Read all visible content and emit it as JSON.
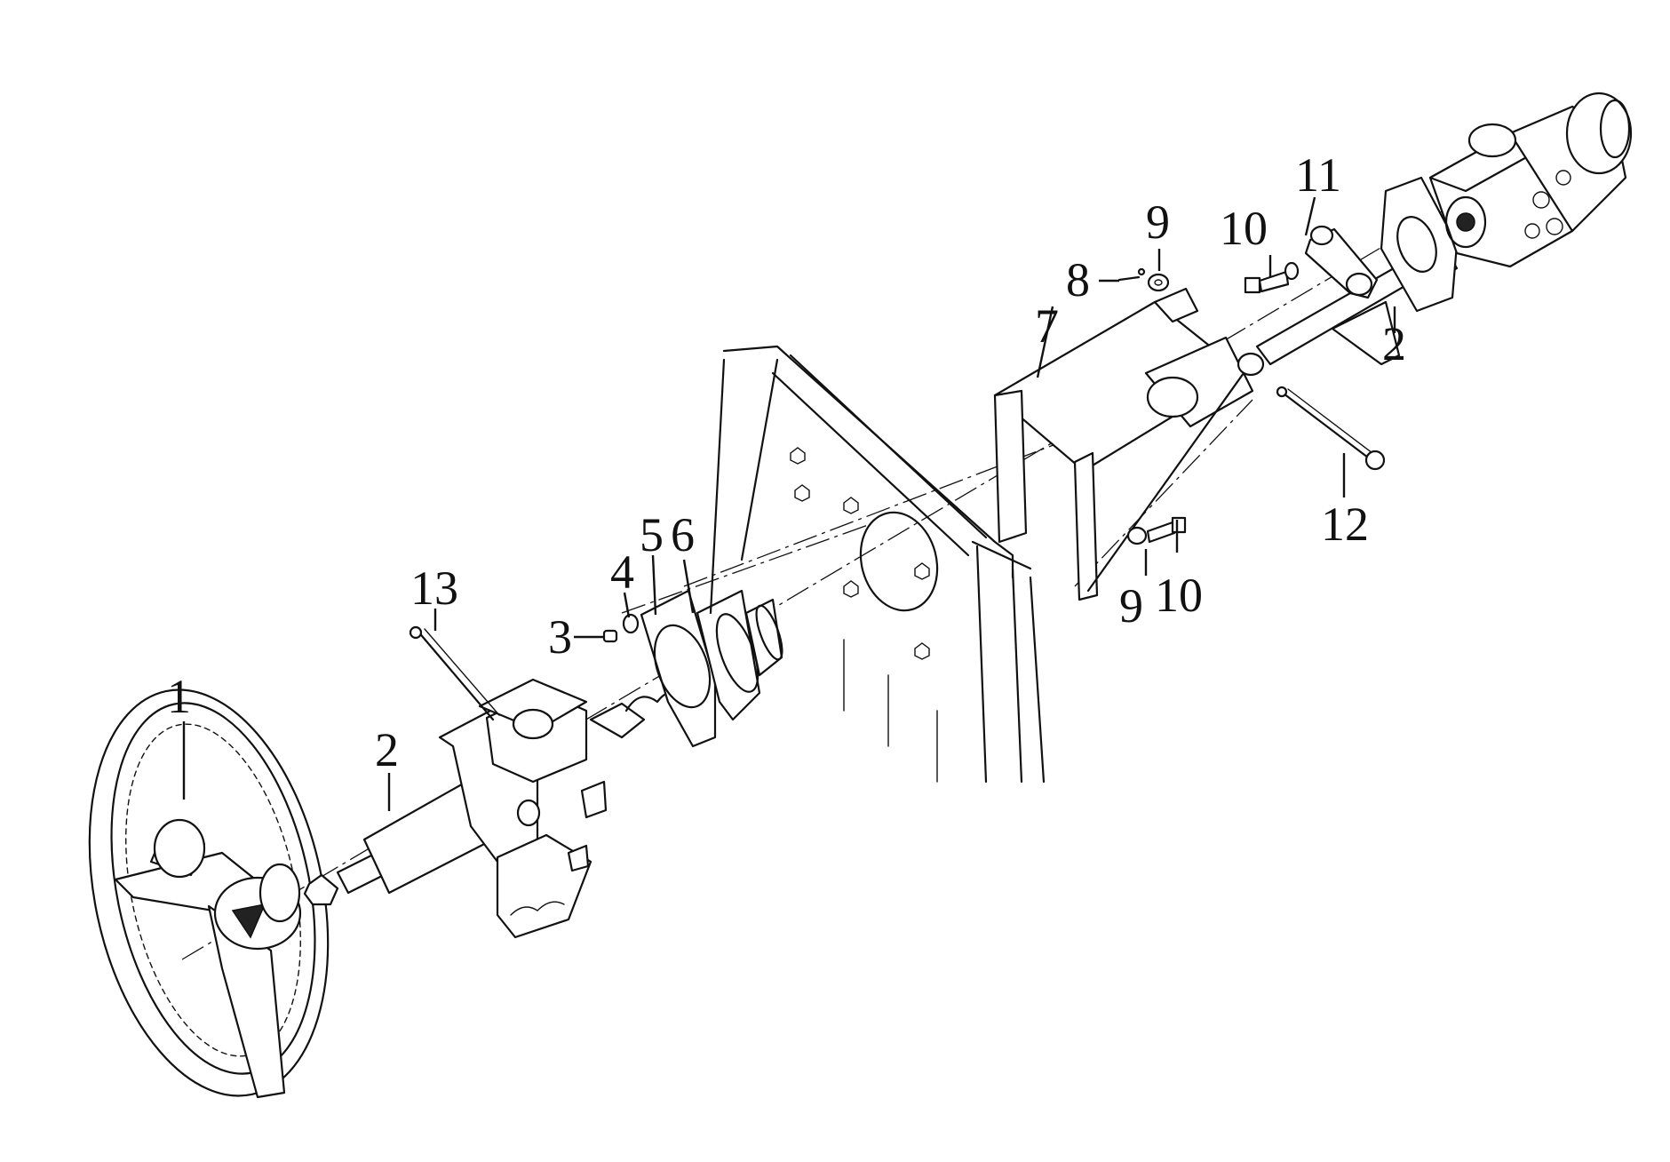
{
  "diagram": {
    "type": "exploded-parts-drawing",
    "callouts": [
      {
        "id": "c1",
        "text": "1"
      },
      {
        "id": "c2a",
        "text": "2"
      },
      {
        "id": "c2b",
        "text": "2"
      },
      {
        "id": "c3",
        "text": "3"
      },
      {
        "id": "c4",
        "text": "4"
      },
      {
        "id": "c5",
        "text": "5"
      },
      {
        "id": "c6",
        "text": "6"
      },
      {
        "id": "c7",
        "text": "7"
      },
      {
        "id": "c8",
        "text": "8"
      },
      {
        "id": "c9a",
        "text": "9"
      },
      {
        "id": "c9b",
        "text": "9"
      },
      {
        "id": "c10a",
        "text": "10"
      },
      {
        "id": "c10b",
        "text": "10"
      },
      {
        "id": "c11",
        "text": "11"
      },
      {
        "id": "c12",
        "text": "12"
      },
      {
        "id": "c13",
        "text": "13"
      }
    ]
  }
}
